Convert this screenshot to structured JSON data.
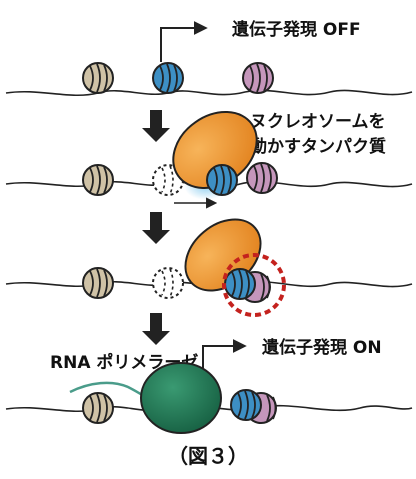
{
  "labels": {
    "gene_off": "遺伝子発現 OFF",
    "remodeler_line1": "ヌクレオソームを",
    "remodeler_line2": "動かすタンパク質",
    "polymerase": "RNA ポリメラーゼ",
    "gene_on": "遺伝子発現 ON",
    "figure_caption": "（図３）"
  },
  "colors": {
    "nucleosome_beige": "#cfc2a6",
    "nucleosome_blue": "#3d8fc4",
    "nucleosome_pink": "#c596bb",
    "remodeler_orange": "#ee9430",
    "polymerase_green": "#1f7a55",
    "rna_teal": "#4a9c8a",
    "highlight_red": "#c4221e",
    "dna_line": "#222222",
    "arrow": "#222222"
  },
  "icons": {
    "step_arrow": "down-arrow-icon",
    "transcription_start": "bent-arrow-icon",
    "slide_direction": "right-arrow-icon"
  }
}
